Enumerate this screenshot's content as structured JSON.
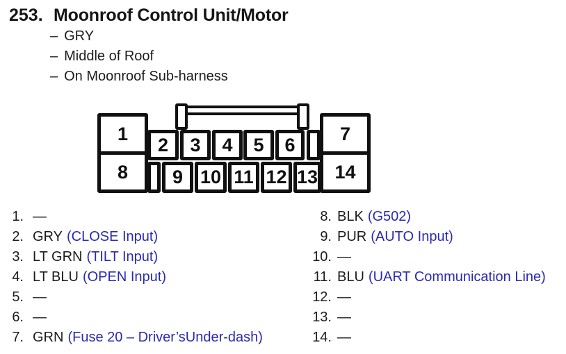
{
  "header": {
    "number": "253.",
    "title": "Moonroof Control Unit/Motor",
    "bullet_dash": "–",
    "bullets": [
      "GRY",
      "Middle of Roof",
      "On Moonroof Sub-harness"
    ]
  },
  "connector": {
    "pins": [
      "1",
      "2",
      "3",
      "4",
      "5",
      "6",
      "7",
      "8",
      "9",
      "10",
      "11",
      "12",
      "13",
      "14"
    ]
  },
  "pin_list": {
    "left": [
      {
        "num": "1.",
        "wire": "—",
        "note": ""
      },
      {
        "num": "2.",
        "wire": "GRY",
        "note": "(CLOSE Input)"
      },
      {
        "num": "3.",
        "wire": "LT GRN",
        "note": "(TILT Input)"
      },
      {
        "num": "4.",
        "wire": "LT BLU",
        "note": "(OPEN Input)"
      },
      {
        "num": "5.",
        "wire": "—",
        "note": ""
      },
      {
        "num": "6.",
        "wire": "—",
        "note": ""
      },
      {
        "num": "7.",
        "wire": "GRN",
        "note": "(Fuse 20 – Driver’sUnder-dash)"
      }
    ],
    "right": [
      {
        "num": "8.",
        "wire": "BLK",
        "note": "(G502)"
      },
      {
        "num": "9.",
        "wire": "PUR",
        "note": "(AUTO Input)"
      },
      {
        "num": "10.",
        "wire": "—",
        "note": ""
      },
      {
        "num": "11.",
        "wire": "BLU",
        "note": "(UART Communication Line)"
      },
      {
        "num": "12.",
        "wire": "—",
        "note": ""
      },
      {
        "num": "13.",
        "wire": "—",
        "note": ""
      },
      {
        "num": "14.",
        "wire": "—",
        "note": ""
      }
    ]
  },
  "colors": {
    "ink": "#1a1a1a",
    "line_black": "#101010",
    "note_blue": "#2a2ab2",
    "background": "#ffffff"
  }
}
